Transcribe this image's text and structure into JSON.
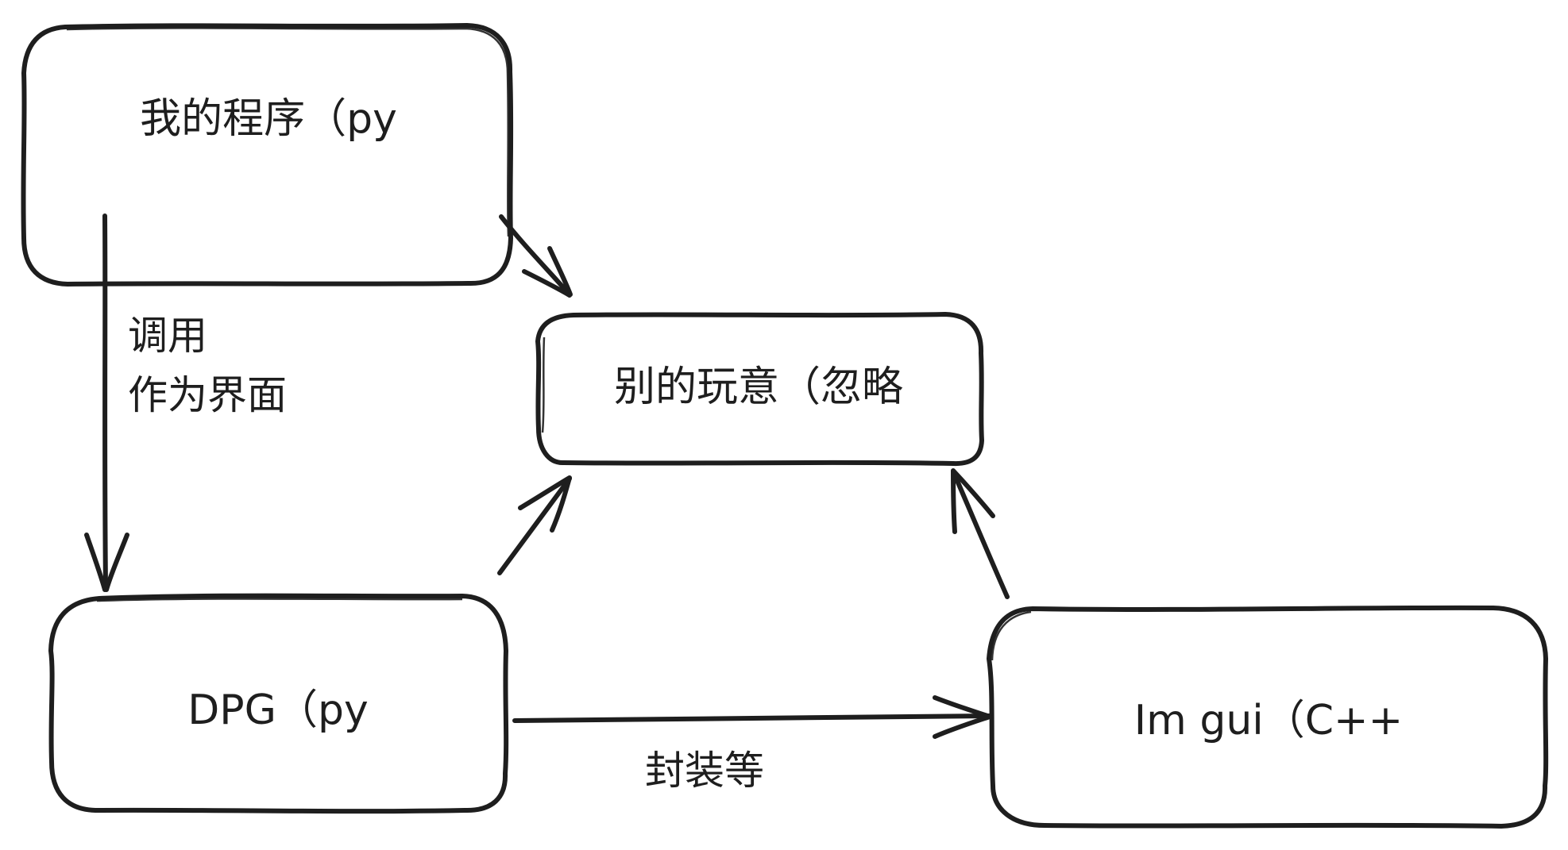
{
  "diagram": {
    "type": "flowchart",
    "style": "hand-drawn",
    "stroke_color": "#1e1e1e",
    "background": "#ffffff",
    "nodes": [
      {
        "id": "my_program",
        "label": "我的程序（py"
      },
      {
        "id": "other_stuff",
        "label": "别的玩意（忽略"
      },
      {
        "id": "dpg",
        "label": "DPG（py"
      },
      {
        "id": "imgui",
        "label": "Im gui（C++"
      }
    ],
    "edges": [
      {
        "from": "my_program",
        "to": "dpg",
        "label_lines": [
          "调用",
          "作为界面"
        ]
      },
      {
        "from": "my_program",
        "to": "other_stuff",
        "label": ""
      },
      {
        "from": "dpg",
        "to": "other_stuff",
        "label": ""
      },
      {
        "from": "imgui",
        "to": "other_stuff",
        "label": ""
      },
      {
        "from": "dpg",
        "to": "imgui",
        "label": "封装等"
      }
    ]
  }
}
